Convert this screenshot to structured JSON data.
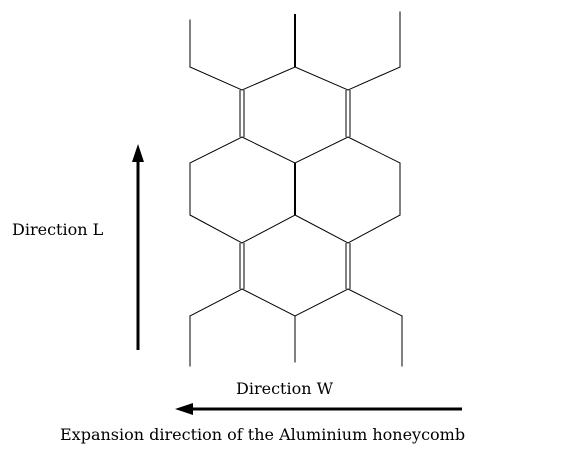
{
  "diagram": {
    "direction_l_label": "Direction L",
    "direction_w_label": "Direction W",
    "caption": "Expansion direction of the Aluminium honeycomb"
  },
  "colors": {
    "line": "#000000",
    "background": "#ffffff"
  }
}
